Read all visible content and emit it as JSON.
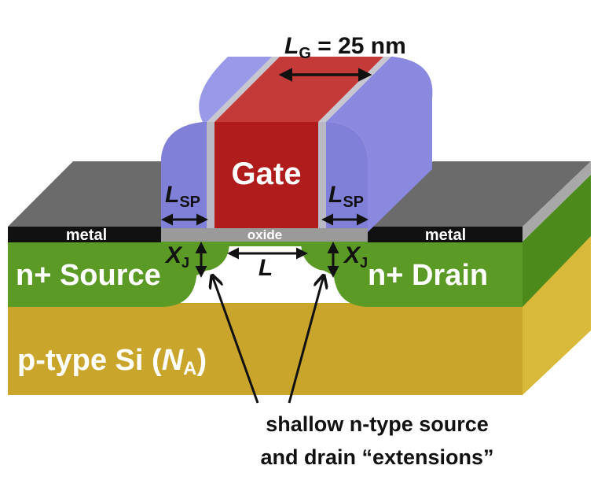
{
  "gate_length": {
    "symbol": "L",
    "subscript": "G",
    "value_text": " = 25 nm"
  },
  "gate_label": "Gate",
  "spacer_label": {
    "symbol": "L",
    "subscript": "SP"
  },
  "metal_label": "metal",
  "oxide_label": "oxide",
  "junction_depth": {
    "symbol": "X",
    "subscript": "J"
  },
  "channel_length": "L",
  "source_label": "n+ Source",
  "drain_label": "n+ Drain",
  "substrate_label": {
    "prefix": "p-type Si (",
    "symbol": "N",
    "subscript": "A",
    "suffix": ")"
  },
  "extensions_note": {
    "line1": "shallow n-type source",
    "line2": "and drain “extensions”"
  },
  "colors": {
    "substrate_front": "#c9a62b",
    "substrate_side": "#d9b93a",
    "n_plus": "#5a9a25",
    "n_plus_side": "#4c8a1c",
    "metal": "#111111",
    "metal_top": "#6b6b6b",
    "metal_top_light": "#a8a8a8",
    "oxide": "#9a9a9a",
    "gate_front": "#b01c1c",
    "gate_top": "#c43a38",
    "spacer": "#8080d8",
    "spacer_top": "#9a98e8",
    "liner": "#b9b9c6"
  }
}
